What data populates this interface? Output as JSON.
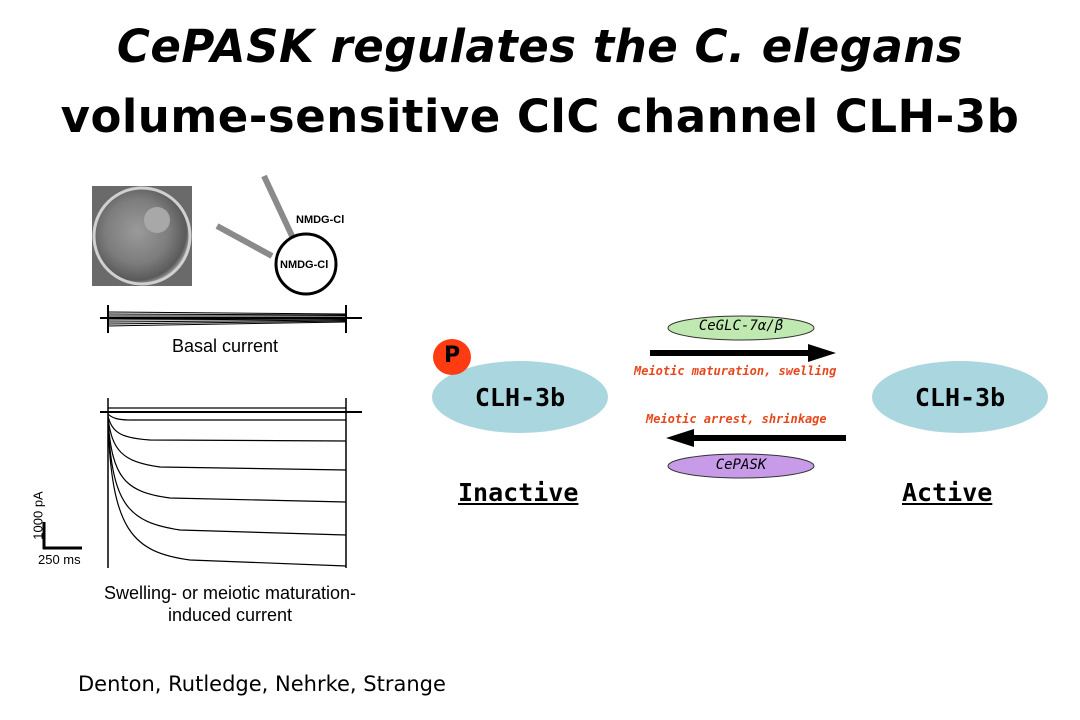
{
  "title": {
    "line1_prefix": "CePASK regulates the ",
    "line1_italic": "C. elegans",
    "line2": "volume-sensitive ClC channel CLH-3b"
  },
  "pipette": {
    "outer_label": "NMDG-Cl",
    "inner_label": "NMDG-Cl"
  },
  "traces": {
    "basal_label": "Basal current",
    "swelling_label": "Swelling- or meiotic maturation-induced current",
    "scale_current": "1000 pA",
    "scale_time": "250 ms"
  },
  "scheme": {
    "left_channel": "CLH-3b",
    "right_channel": "CLH-3b",
    "phospho": "P",
    "top_enzyme": "CeGLC-7α/β",
    "bottom_enzyme": "CePASK",
    "forward_label": "Meiotic maturation, swelling",
    "reverse_label": "Meiotic arrest, shrinkage",
    "left_state": "Inactive",
    "right_state": "Active"
  },
  "authors": "Denton, Rutledge, Nehrke, Strange",
  "colors": {
    "channel_fill": "#a9d6df",
    "phospho_fill": "#ff3b12",
    "top_enzyme_fill": "#bfe9b0",
    "bottom_enzyme_fill": "#c79be8",
    "arrow_label": "#e8471c"
  }
}
